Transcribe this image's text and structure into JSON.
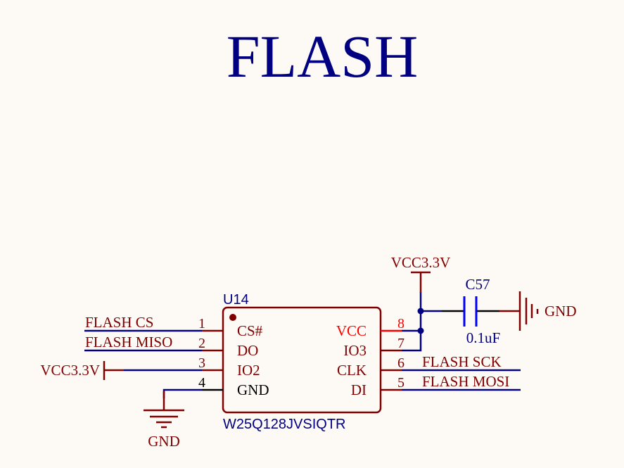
{
  "title": "FLASH",
  "colors": {
    "title": "#000080",
    "part_body": "#800000",
    "wire": "#000080",
    "pin_vcc": "#ff0000",
    "net_label": "#800000",
    "designator": "#000080",
    "capacitor": "#0000ff",
    "black": "#000000",
    "background": "#fdfaf6"
  },
  "u14": {
    "designator": "U14",
    "part_number": "W25Q128JVSIQTR",
    "pins_left": [
      {
        "number": "1",
        "name": "CS#",
        "net": "FLASH_CS"
      },
      {
        "number": "2",
        "name": "DO",
        "net": "FLASH_MISO"
      },
      {
        "number": "3",
        "name": "IO2",
        "net": "VCC3.3V"
      },
      {
        "number": "4",
        "name": "GND",
        "net": "GND"
      }
    ],
    "pins_right": [
      {
        "number": "8",
        "name": "VCC",
        "net": "VCC3.3V"
      },
      {
        "number": "7",
        "name": "IO3",
        "net": "VCC3.3V"
      },
      {
        "number": "6",
        "name": "CLK",
        "net": "FLASH_SCK"
      },
      {
        "number": "5",
        "name": "DI",
        "net": "FLASH_MOSI"
      }
    ]
  },
  "c57": {
    "designator": "C57",
    "value": "0.1uF"
  },
  "power": {
    "vcc_top": "VCC3.3V",
    "vcc_left": "VCC3.3V",
    "gnd_right": "GND",
    "gnd_bottom": "GND"
  },
  "net_labels": {
    "cs": "FLASH CS",
    "miso": "FLASH MISO",
    "sck": "FLASH SCK",
    "mosi": "FLASH MOSI"
  }
}
